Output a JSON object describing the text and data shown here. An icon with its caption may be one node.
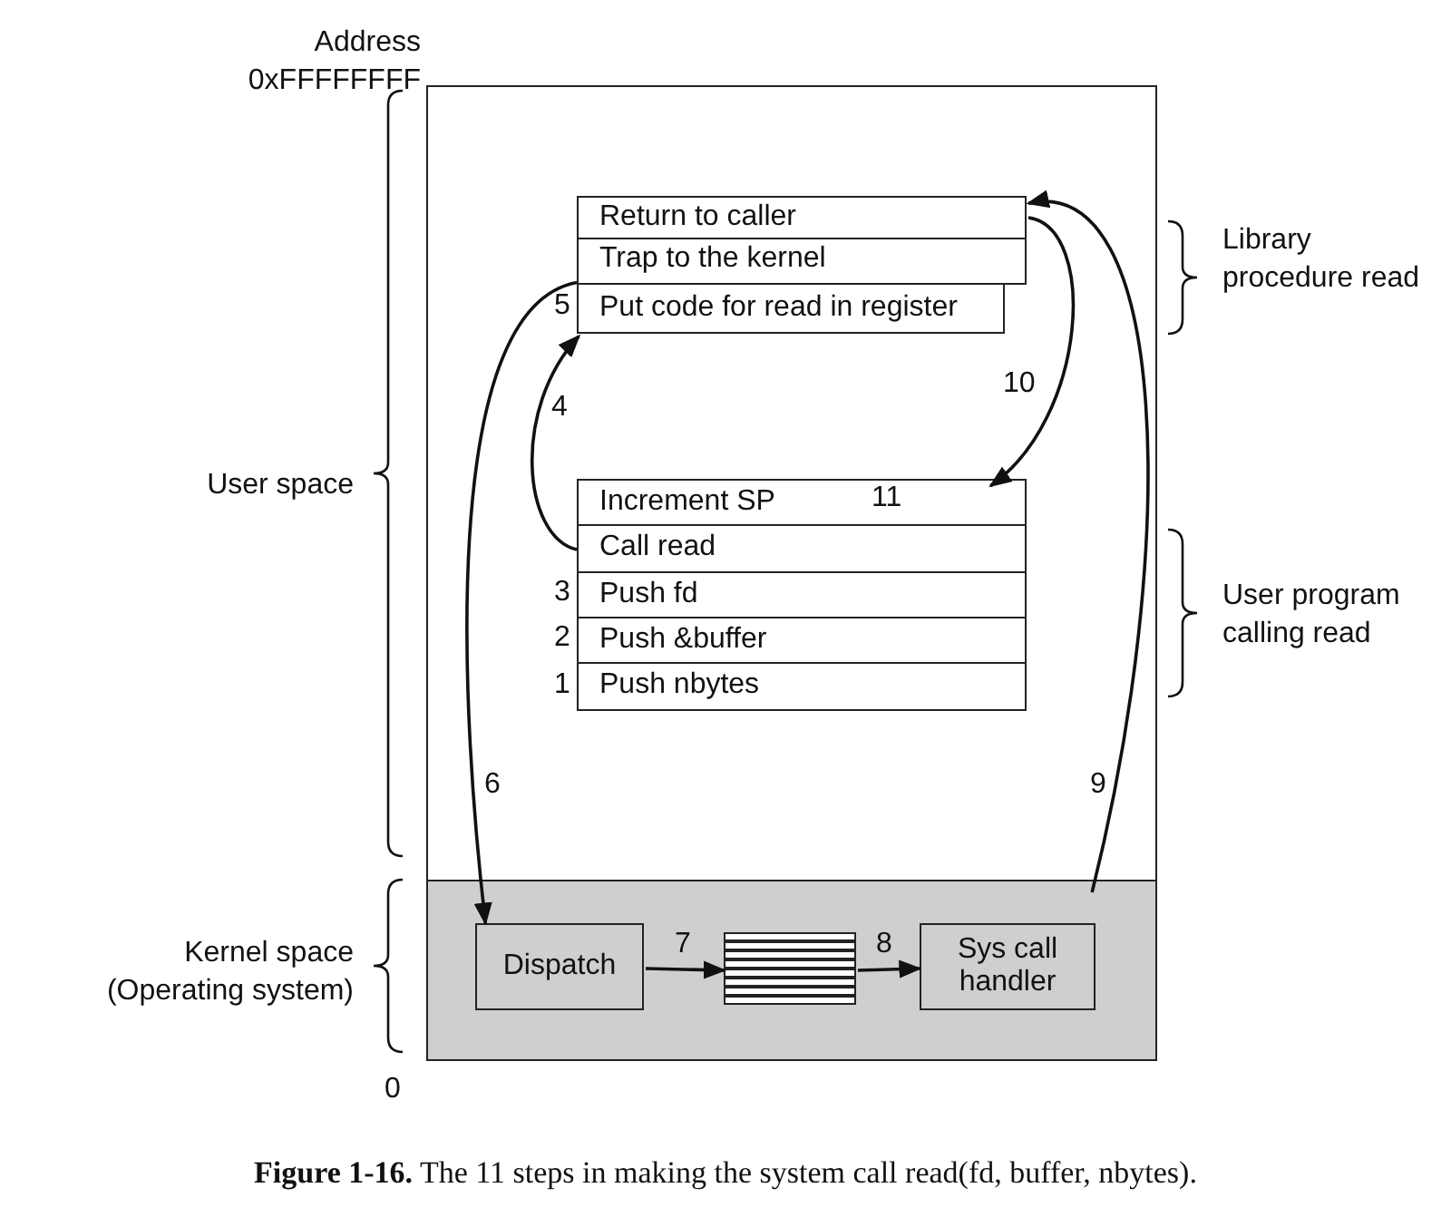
{
  "diagram": {
    "caption": "**Figure 1-16.** The 11 steps in making the system call read(fd, buffer, nbytes).",
    "nodes": [
      {
        "text": [],
        "shape": "box"
      },
      {
        "text": [
          "Return to caller"
        ],
        "in": 0
      },
      {
        "text": [
          "Trap to the kernel"
        ],
        "in": 0
      },
      {
        "text": [
          "Put code for read in register"
        ],
        "beside": [
          "5"
        ],
        "in": 0
      },
      {
        "text": [
          "Increment SP",
          "11"
        ],
        "in": 0
      },
      {
        "text": [
          "Call read"
        ],
        "in": 0
      },
      {
        "text": [
          "Push fd"
        ],
        "beside": [
          "3"
        ],
        "in": 0
      },
      {
        "text": [
          "Push &buffer"
        ],
        "beside": [
          "2"
        ],
        "in": 0
      },
      {
        "text": [
          "Push nbytes"
        ],
        "beside": [
          "1"
        ],
        "in": 0
      },
      {
        "text": [],
        "shape": "box",
        "in": 0
      },
      {
        "text": [
          "Dispatch"
        ],
        "in": 9
      },
      {
        "text": [],
        "shape": "box",
        "in": 9
      },
      {
        "text": [
          "Sys call handler"
        ],
        "in": 9
      }
    ],
    "edges": [
      {
        "from": 5,
        "to": 3,
        "arrow": "to",
        "label": "4"
      },
      {
        "from": 2,
        "to": 10,
        "arrow": "to",
        "label": "6"
      },
      {
        "from": 10,
        "to": 11,
        "arrow": "to",
        "label": "7"
      },
      {
        "from": 11,
        "to": 12,
        "arrow": "to",
        "label": "8"
      },
      {
        "from": 12,
        "to": 1,
        "arrow": "to",
        "label": "9"
      },
      {
        "from": 1,
        "to": 4,
        "arrow": "to",
        "label": "10"
      }
    ],
    "labels": [
      "Address",
      "0xFFFFFFFF",
      "User space",
      "Library procedure read",
      "User program calling read",
      "Kernel space (Operating system)",
      "0"
    ]
  }
}
